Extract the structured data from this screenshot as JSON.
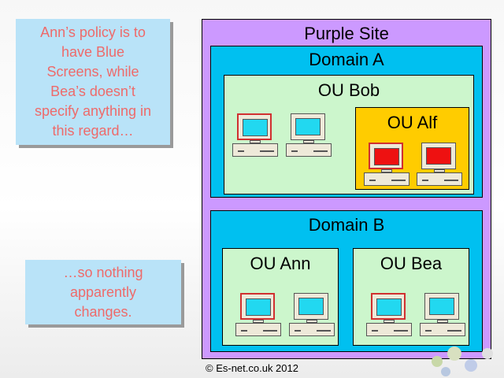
{
  "notes": {
    "top": "Ann’s policy is to\nhave Blue\nScreens, while\nBea’s doesn’t\nspecify anything in\nthis regard…",
    "bottom": "…so nothing\napparently\nchanges."
  },
  "diagram": {
    "site": "Purple Site",
    "domain_a": "Domain A",
    "ou_bob": "OU Bob",
    "ou_alf": "OU  Alf",
    "domain_b": "Domain B",
    "ou_ann": "OU Ann",
    "ou_bea": "OU Bea"
  },
  "screens": {
    "bob": [
      "#22d8f0",
      "#22d8f0"
    ],
    "alf": [
      "#ee1111",
      "#ee1111"
    ],
    "ann": [
      "#22d8f0",
      "#22d8f0"
    ],
    "bea": [
      "#22d8f0",
      "#22d8f0"
    ]
  },
  "colors": {
    "site": "#cc99ff",
    "domain": "#00c0f0",
    "ou": "#ccf6cc",
    "ou_alf": "#ffcc00",
    "note_bg": "#b9e3f8",
    "note_text": "#ee6a6a"
  },
  "footer": "© Es-net.co.uk 2012"
}
